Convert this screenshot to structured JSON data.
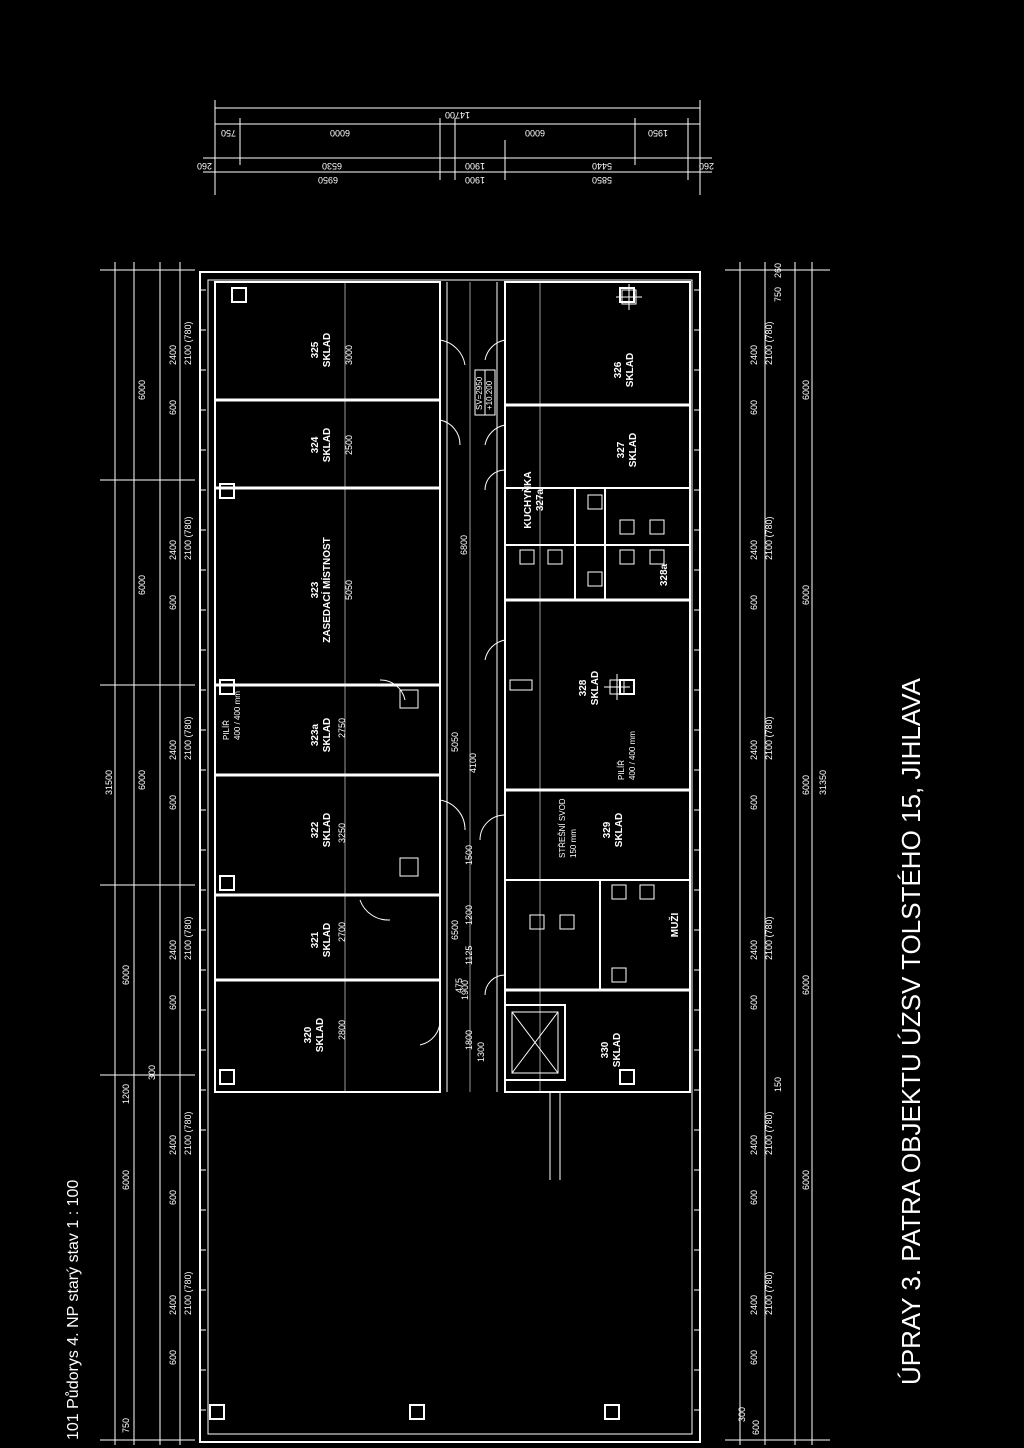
{
  "header": {
    "left_title": "101  Půdorys 4. NP     starý stav     1 : 100",
    "right_title": "ÚPRAY 3. PATRA OBJEKTU ÚZSV     TOLSTÉHO 15, JIHLAVA"
  },
  "rooms": [
    {
      "id": "325",
      "name": "SKLAD"
    },
    {
      "id": "324",
      "name": "SKLAD"
    },
    {
      "id": "323",
      "name": "ZASEDACÍ MÍSTNOST"
    },
    {
      "id": "323a",
      "name": "SKLAD"
    },
    {
      "id": "322",
      "name": "SKLAD"
    },
    {
      "id": "321",
      "name": "SKLAD"
    },
    {
      "id": "320",
      "name": "SKLAD"
    },
    {
      "id": "326",
      "name": "SKLAD"
    },
    {
      "id": "327",
      "name": "SKLAD"
    },
    {
      "id": "327a",
      "name": "KUCHYŇKA"
    },
    {
      "id": "328",
      "name": "SKLAD"
    },
    {
      "id": "328a",
      "name": ""
    },
    {
      "id": "329",
      "name": "SKLAD"
    },
    {
      "id": "330",
      "name": "SKLAD"
    },
    {
      "id": "",
      "name": "MUŽI"
    }
  ],
  "notes": {
    "pillar_1": "PILÍŘ",
    "pillar_1_size": "400 / 400 mm",
    "pillar_2": "PILÍŘ",
    "pillar_2_size": "400 / 400 mm",
    "sv": "SV=2950",
    "level": "+10.200",
    "roof_drain": "STŘEŠNÍ SVOD",
    "roof_drain_size": "150 mm"
  },
  "dims_top": {
    "total": "14700",
    "row1": [
      "750",
      "6000",
      "6000",
      "1950"
    ],
    "row2": [
      "260",
      "6530",
      "1900",
      "5440",
      "260"
    ],
    "row3": [
      "6950",
      "1900",
      "5850"
    ]
  },
  "dims_left": {
    "total": "31500",
    "modules": [
      "6000",
      "6000",
      "6000",
      "6000",
      "6000"
    ],
    "small": [
      "750",
      "1200",
      "300"
    ],
    "windows": [
      "2400",
      "2100 (780)",
      "600"
    ]
  },
  "dims_right": {
    "total": "31350",
    "modules": [
      "6000",
      "6000",
      "6000",
      "6000",
      "6000"
    ],
    "small": [
      "260",
      "750",
      "300",
      "600",
      "150"
    ]
  },
  "dims_inner": [
    "3000",
    "2500",
    "5050",
    "2750",
    "3250",
    "2700",
    "2800",
    "6800",
    "4100",
    "5050",
    "6500",
    "1900",
    "1500",
    "1200",
    "1125",
    "475",
    "1800",
    "1300"
  ]
}
